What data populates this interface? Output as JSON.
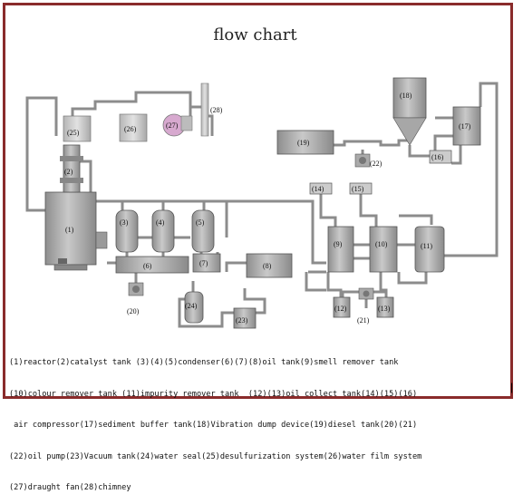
{
  "title": "flow chart",
  "equipment_labels": {
    "n1": "(1)",
    "n2": "(2)",
    "n3": "(3)",
    "n4": "(4)",
    "n5": "(5)",
    "n6": "(6)",
    "n7": "(7)",
    "n8": "(8)",
    "n9": "(9)",
    "n10": "(10)",
    "n11": "(11)",
    "n12": "(12)",
    "n13": "(13)",
    "n14": "(14)",
    "n15": "(15)",
    "n16": "(16)",
    "n17": "(17)",
    "n18": "(18)",
    "n19": "(19)",
    "n20": "(20)",
    "n21": "(21)",
    "n22": "(22)",
    "n23": "(23)",
    "n24": "(24)",
    "n25": "(25)",
    "n26": "(26)",
    "n27": "(27)",
    "n28": "(28)"
  },
  "legend": [
    "(1)reactor(2)catalyst tank (3)(4)(5)condenser(6)(7)(8)oil tank(9)smell remover tank",
    "(10)colour remover tank (11)impurity remover tank  (12)(13)oil collect tank(14)(15)(16)",
    " air compressor(17)sediment buffer tank(18)Vibration dump device(19)diesel tank(20)(21)",
    "(22)oil pump(23)Vacuum tank(24)water seal(25)desulfurization system(26)water film system",
    "(27)draught fan(28)chimney"
  ],
  "edge_mark": "|",
  "colors": {
    "border": "#8a2b2b",
    "equipment": "#a9a9a9",
    "pipe": "#8c8c8c",
    "fan": "#d7a9cf"
  }
}
